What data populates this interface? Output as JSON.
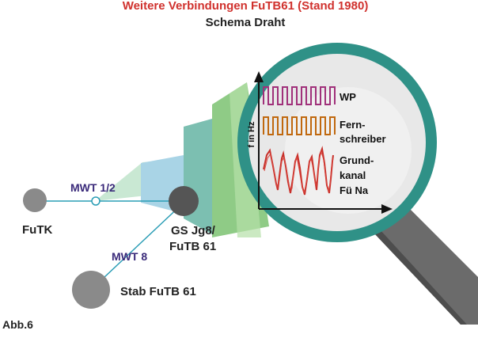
{
  "title": "Weitere Verbindungen FuTB61 (Stand 1980)",
  "subtitle": "Schema Draht",
  "nodes": {
    "futk": "FuTK",
    "gs_line1": "GS Jg8/",
    "gs_line2": "FuTB 61",
    "stab": "Stab FuTB 61"
  },
  "links": {
    "mwt12": "MWT 1/2",
    "mwt8": "MWT 8"
  },
  "inset": {
    "y_axis_label": "f in Hz",
    "signals": {
      "wp": "WP",
      "fern_line1": "Fern-",
      "fern_line2": "schreiber",
      "grund_line1": "Grund-",
      "grund_line2": "kanal",
      "grund_line3": "Fü Na"
    }
  },
  "figure_label": "Abb.6",
  "colors": {
    "title_red": "#d0312d",
    "text_dark": "#222222",
    "link_label": "#3a2a7a",
    "link_line": "#2a9db5",
    "node_gray": "#8a8a8a",
    "node_dark": "#555555",
    "lens_rim": "#2f9187",
    "lens_face": "#e6e6e6",
    "handle": "#6b6b6b",
    "cone_light": "#b8dfc6",
    "cone_blue": "#a9d4e6",
    "cone_teal": "#7cbfb1",
    "cone_green": "#8fcb86",
    "wp_signal": "#a0307a",
    "fern_signal": "#c0680e",
    "grund_signal": "#c8302a"
  }
}
